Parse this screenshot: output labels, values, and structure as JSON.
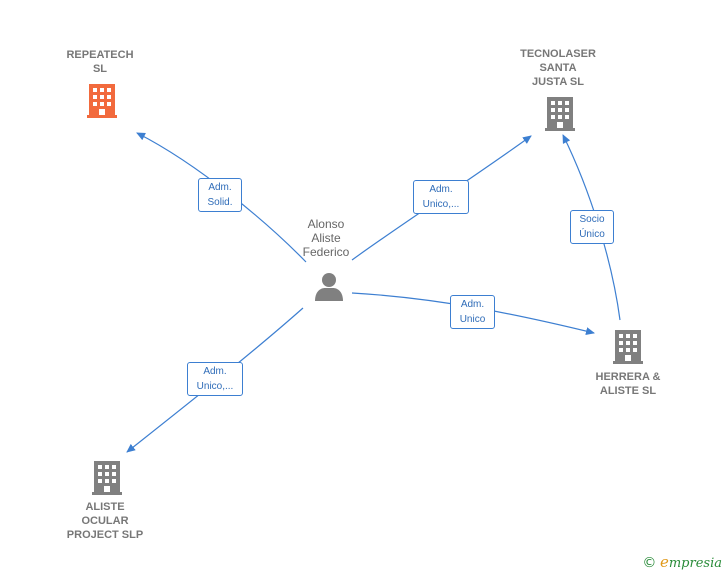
{
  "nodes": {
    "repeatech": {
      "line1": "REPEATECH",
      "line2": "SL",
      "color": "#f26a3d"
    },
    "tecnolaser": {
      "line1": "TECNOLASER",
      "line2": "SANTA",
      "line3": "JUSTA SL",
      "color": "#808080"
    },
    "person": {
      "line1": "Alonso",
      "line2": "Aliste",
      "line3": "Federico",
      "color": "#808080"
    },
    "herrera": {
      "line1": "HERRERA &",
      "line2": "ALISTE  SL",
      "color": "#808080"
    },
    "aliste_ocular": {
      "line1": "ALISTE",
      "line2": "OCULAR",
      "line3": "PROJECT SLP",
      "color": "#808080"
    }
  },
  "edges": {
    "repeatech": {
      "line1": "Adm.",
      "line2": "Solid."
    },
    "tecnolaser": {
      "line1": "Adm.",
      "line2": "Unico,..."
    },
    "herrera": {
      "line1": "Adm.",
      "line2": "Unico"
    },
    "aliste_ocular": {
      "line1": "Adm.",
      "line2": "Unico,..."
    },
    "socio": {
      "line1": "Socio",
      "line2": "Único"
    }
  },
  "edge_color": "#3d7fd1",
  "watermark": {
    "copyright": "©",
    "brand_initial": "e",
    "brand_rest": "mpresia"
  }
}
